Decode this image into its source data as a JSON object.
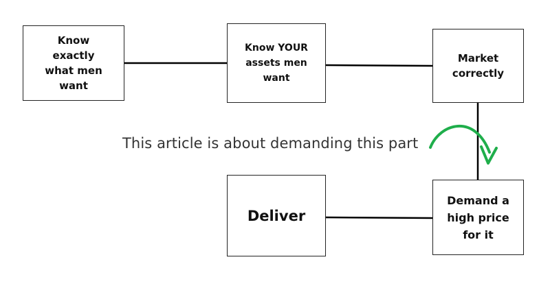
{
  "diagram": {
    "boxes": [
      {
        "id": "know-what-men-want",
        "label": "Know\nexactly\nwhat men\nwant"
      },
      {
        "id": "know-your-assets",
        "label": "Know YOUR\nassets men\nwant"
      },
      {
        "id": "market-correctly",
        "label": "Market\ncorrectly"
      },
      {
        "id": "deliver",
        "label": "Deliver"
      },
      {
        "id": "demand-high-price",
        "label": "Demand a\nhigh price\nfor it"
      }
    ],
    "annotation": "This article is about demanding this part",
    "colors": {
      "line": "#000000",
      "box_border": "#222222",
      "arrow": "#1fae4b"
    }
  }
}
